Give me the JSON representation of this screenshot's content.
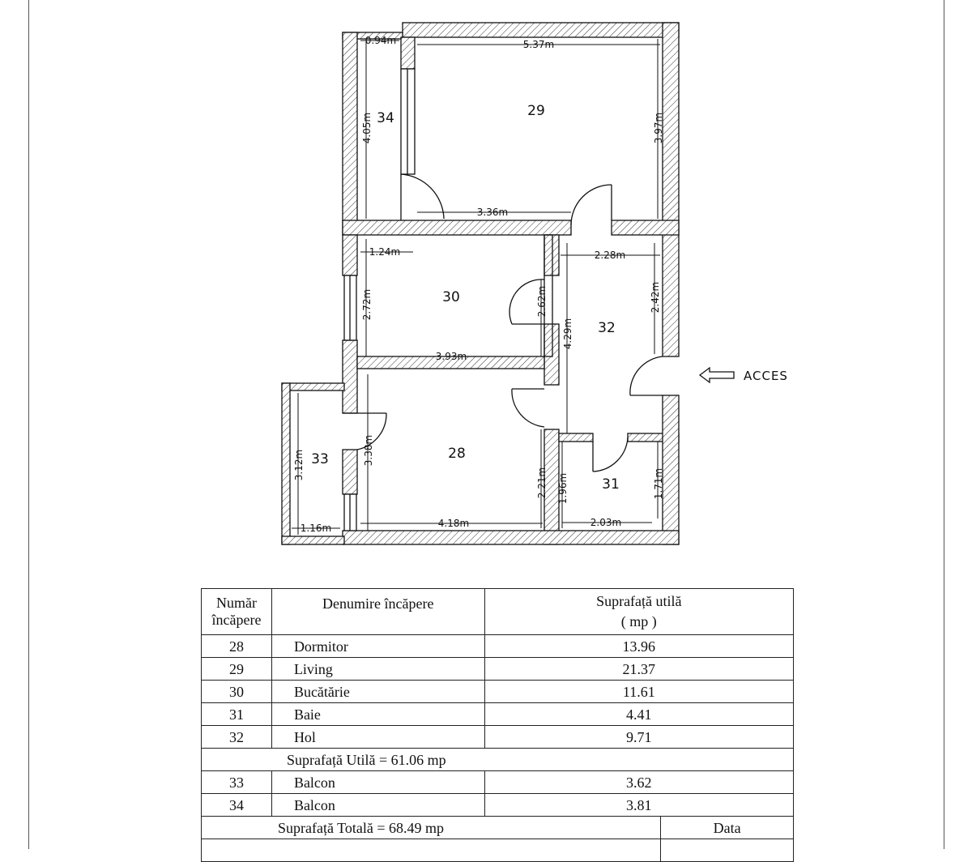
{
  "plan": {
    "rooms": [
      "28",
      "29",
      "30",
      "31",
      "32",
      "33",
      "34"
    ],
    "dims": {
      "d094": "0.94m",
      "d537": "5.37m",
      "d405": "4.05m",
      "d397": "3.97m",
      "d336": "3.36m",
      "d124": "1.24m",
      "d228": "2.28m",
      "d272": "2.72m",
      "d262": "2.62m",
      "d429": "4.29m",
      "d242": "2.42m",
      "d393": "3.93m",
      "d312": "3.12m",
      "d338": "3.38m",
      "d221": "2.21m",
      "d196": "1.96m",
      "d171": "1.71m",
      "d116": "1.16m",
      "d418": "4.18m",
      "d203": "2.03m"
    },
    "access_label": "ACCES"
  },
  "table": {
    "headers": {
      "number": [
        "Număr",
        "încăpere"
      ],
      "name": "Denumire încăpere",
      "area": [
        "Suprafață utilă",
        "( mp )"
      ]
    },
    "rows": [
      {
        "no": "28",
        "name": "Dormitor",
        "area": "13.96"
      },
      {
        "no": "29",
        "name": "Living",
        "area": "21.37"
      },
      {
        "no": "30",
        "name": "Bucătărie",
        "area": "11.61"
      },
      {
        "no": "31",
        "name": "Baie",
        "area": "4.41"
      },
      {
        "no": "32",
        "name": "Hol",
        "area": "9.71"
      }
    ],
    "usable_total": "Suprafață Utilă = 61.06 mp",
    "balcony_rows": [
      {
        "no": "33",
        "name": "Balcon",
        "area": "3.62"
      },
      {
        "no": "34",
        "name": "Balcon",
        "area": "3.81"
      }
    ],
    "grand_total": "Suprafață Totală = 68.49 mp",
    "date_label": "Data"
  }
}
